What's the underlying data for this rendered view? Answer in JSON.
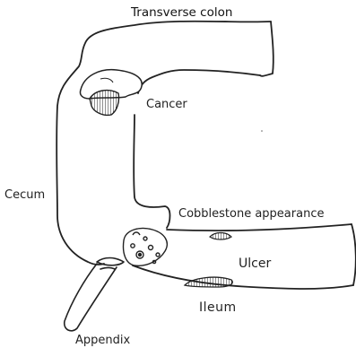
{
  "diagram": {
    "labels": {
      "transverse_colon": "Transverse colon",
      "cancer": "Cancer",
      "cecum": "Cecum",
      "cobblestone": "Cobblestone appearance",
      "ulcer": "Ulcer",
      "ileum": "Ileum",
      "appendix": "Appendix"
    },
    "colors": {
      "outline": "#222222",
      "background": "#ffffff"
    }
  }
}
